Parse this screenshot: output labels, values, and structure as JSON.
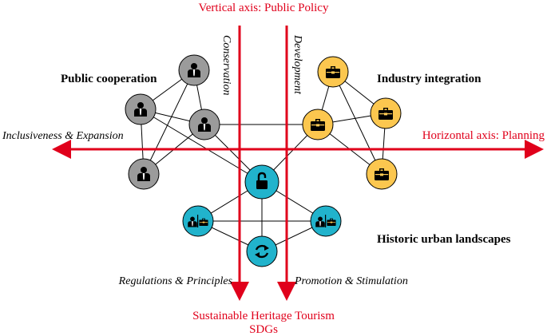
{
  "labels": {
    "vertical_axis": "Vertical axis: Public Policy",
    "horizontal_axis": "Horizontal axis: Planning",
    "conservation": "Conservation",
    "development": "Development",
    "inclusiveness": "Inclusiveness & Expansion",
    "regulations": "Regulations & Principles",
    "promotion": "Promotion & Stimulation",
    "public_cooperation": "Public cooperation",
    "industry_integration": "Industry integration",
    "historic_urban": "Historic urban landscapes",
    "bottom_line1": "Sustainable Heritage Tourism",
    "bottom_line2": "SDGs"
  },
  "colors": {
    "axis_red": "#e0001b",
    "node_gray": "#9b9b9b",
    "node_orange": "#fcc74f",
    "node_blue": "#21b3cc",
    "line": "#000000"
  },
  "icons": {
    "public_nodes": "person-icon",
    "industry_nodes": "briefcase-icon",
    "urban_hub": "unlock-icon",
    "urban_side": "person-briefcase-icon",
    "urban_bottom": "refresh-icon"
  }
}
